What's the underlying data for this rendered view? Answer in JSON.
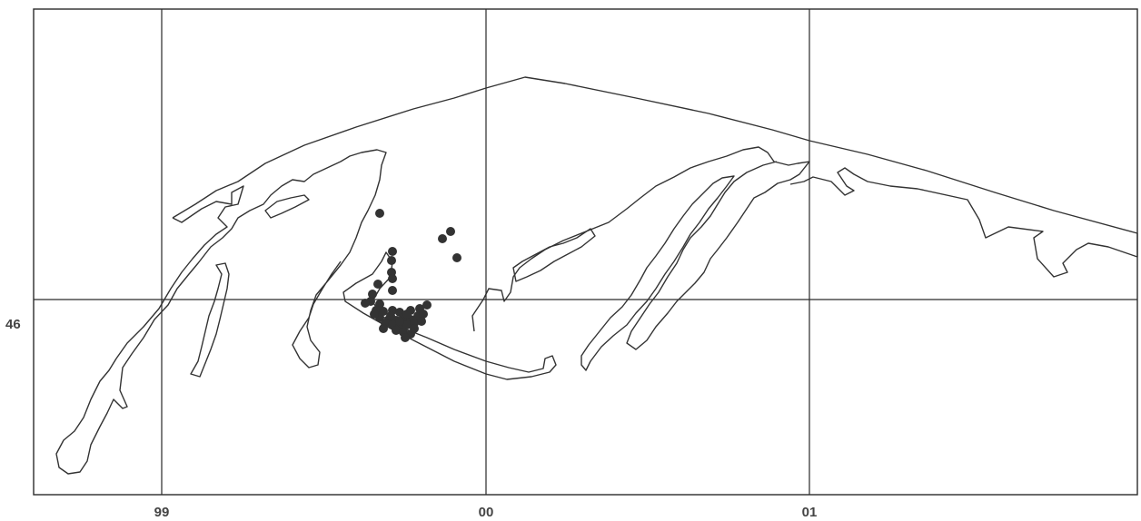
{
  "map": {
    "longitude_labels": [
      "99",
      "00",
      "01"
    ],
    "latitude_labels": [
      "46"
    ],
    "point_color": "#333333",
    "line_color": "#333333"
  }
}
